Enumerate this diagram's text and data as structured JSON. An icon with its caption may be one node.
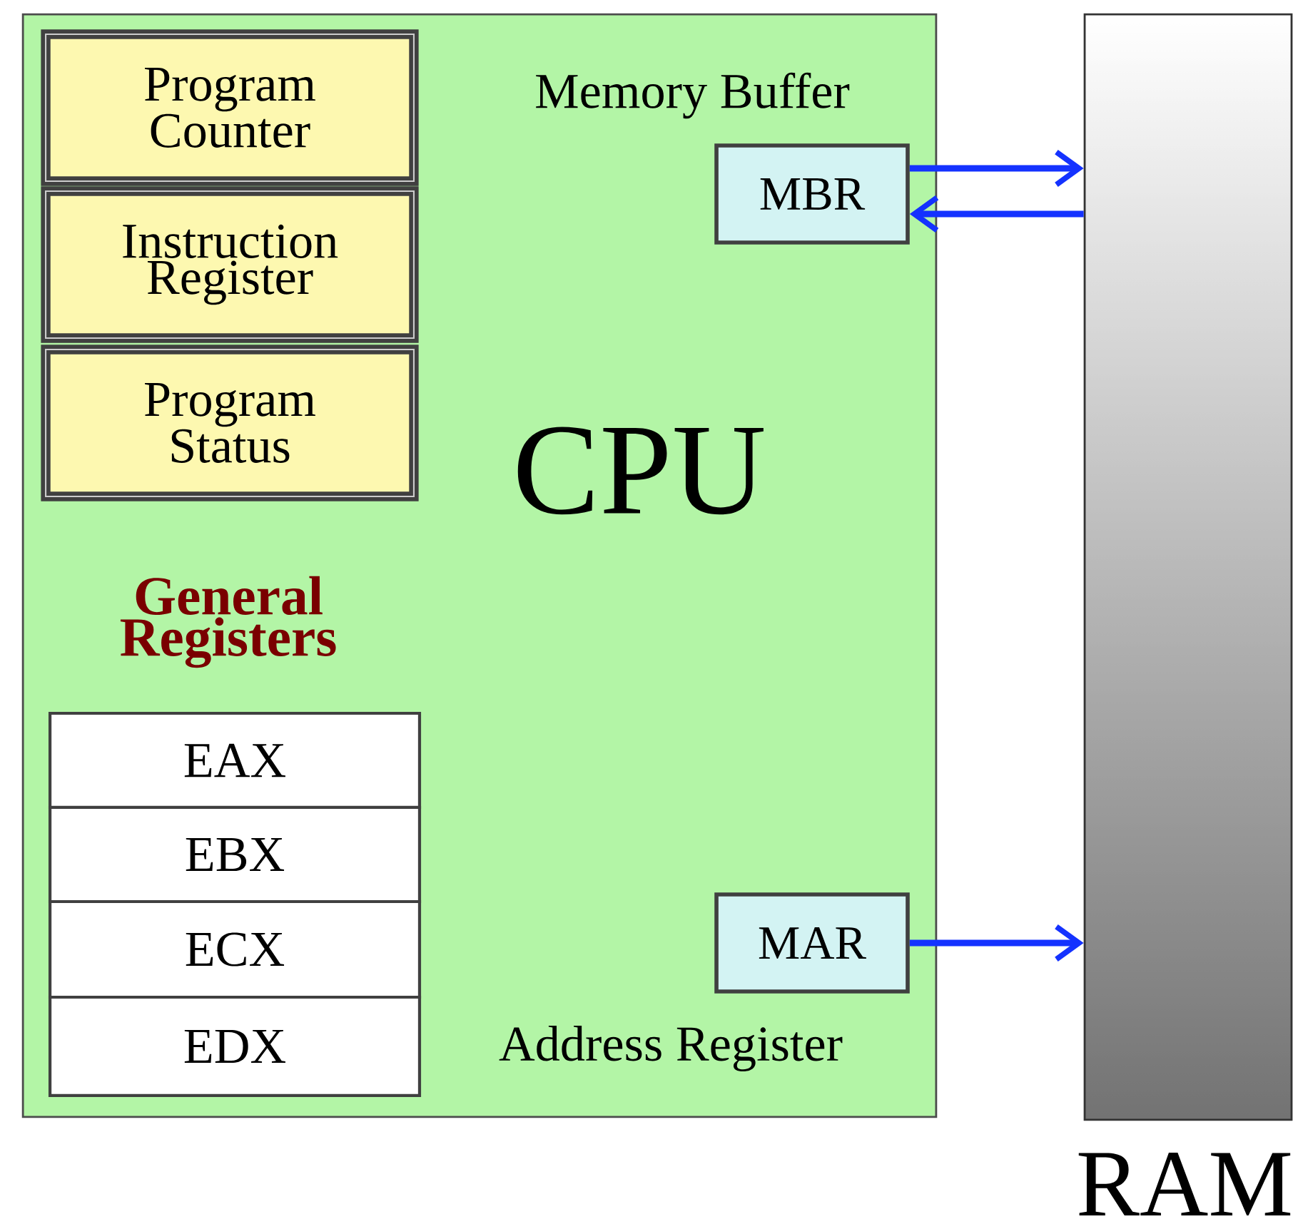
{
  "diagram": {
    "nodes": [
      {
        "text": [
          "CPU"
        ]
      },
      {
        "text": [
          "Program Counter"
        ],
        "in": 0
      },
      {
        "text": [
          "Instruction Register"
        ],
        "in": 0
      },
      {
        "text": [
          "Program Status"
        ],
        "in": 0
      },
      {
        "text": [
          "EAX"
        ],
        "in": 0
      },
      {
        "text": [
          "EBX"
        ],
        "in": 0
      },
      {
        "text": [
          "ECX"
        ],
        "in": 0
      },
      {
        "text": [
          "EDX"
        ],
        "in": 0
      },
      {
        "text": [
          "MBR"
        ],
        "in": 0,
        "beside": [
          "Memory Buffer"
        ]
      },
      {
        "text": [
          "MAR"
        ],
        "in": 0,
        "beside": [
          "Address Register"
        ]
      },
      {
        "text": [
          "RAM"
        ]
      }
    ],
    "edges": [
      {
        "from": 8,
        "to": 10,
        "arrow": "to"
      },
      {
        "from": 10,
        "to": 8,
        "arrow": "to"
      },
      {
        "from": 9,
        "to": 10,
        "arrow": "to"
      }
    ],
    "labels": [
      "General Registers"
    ]
  }
}
